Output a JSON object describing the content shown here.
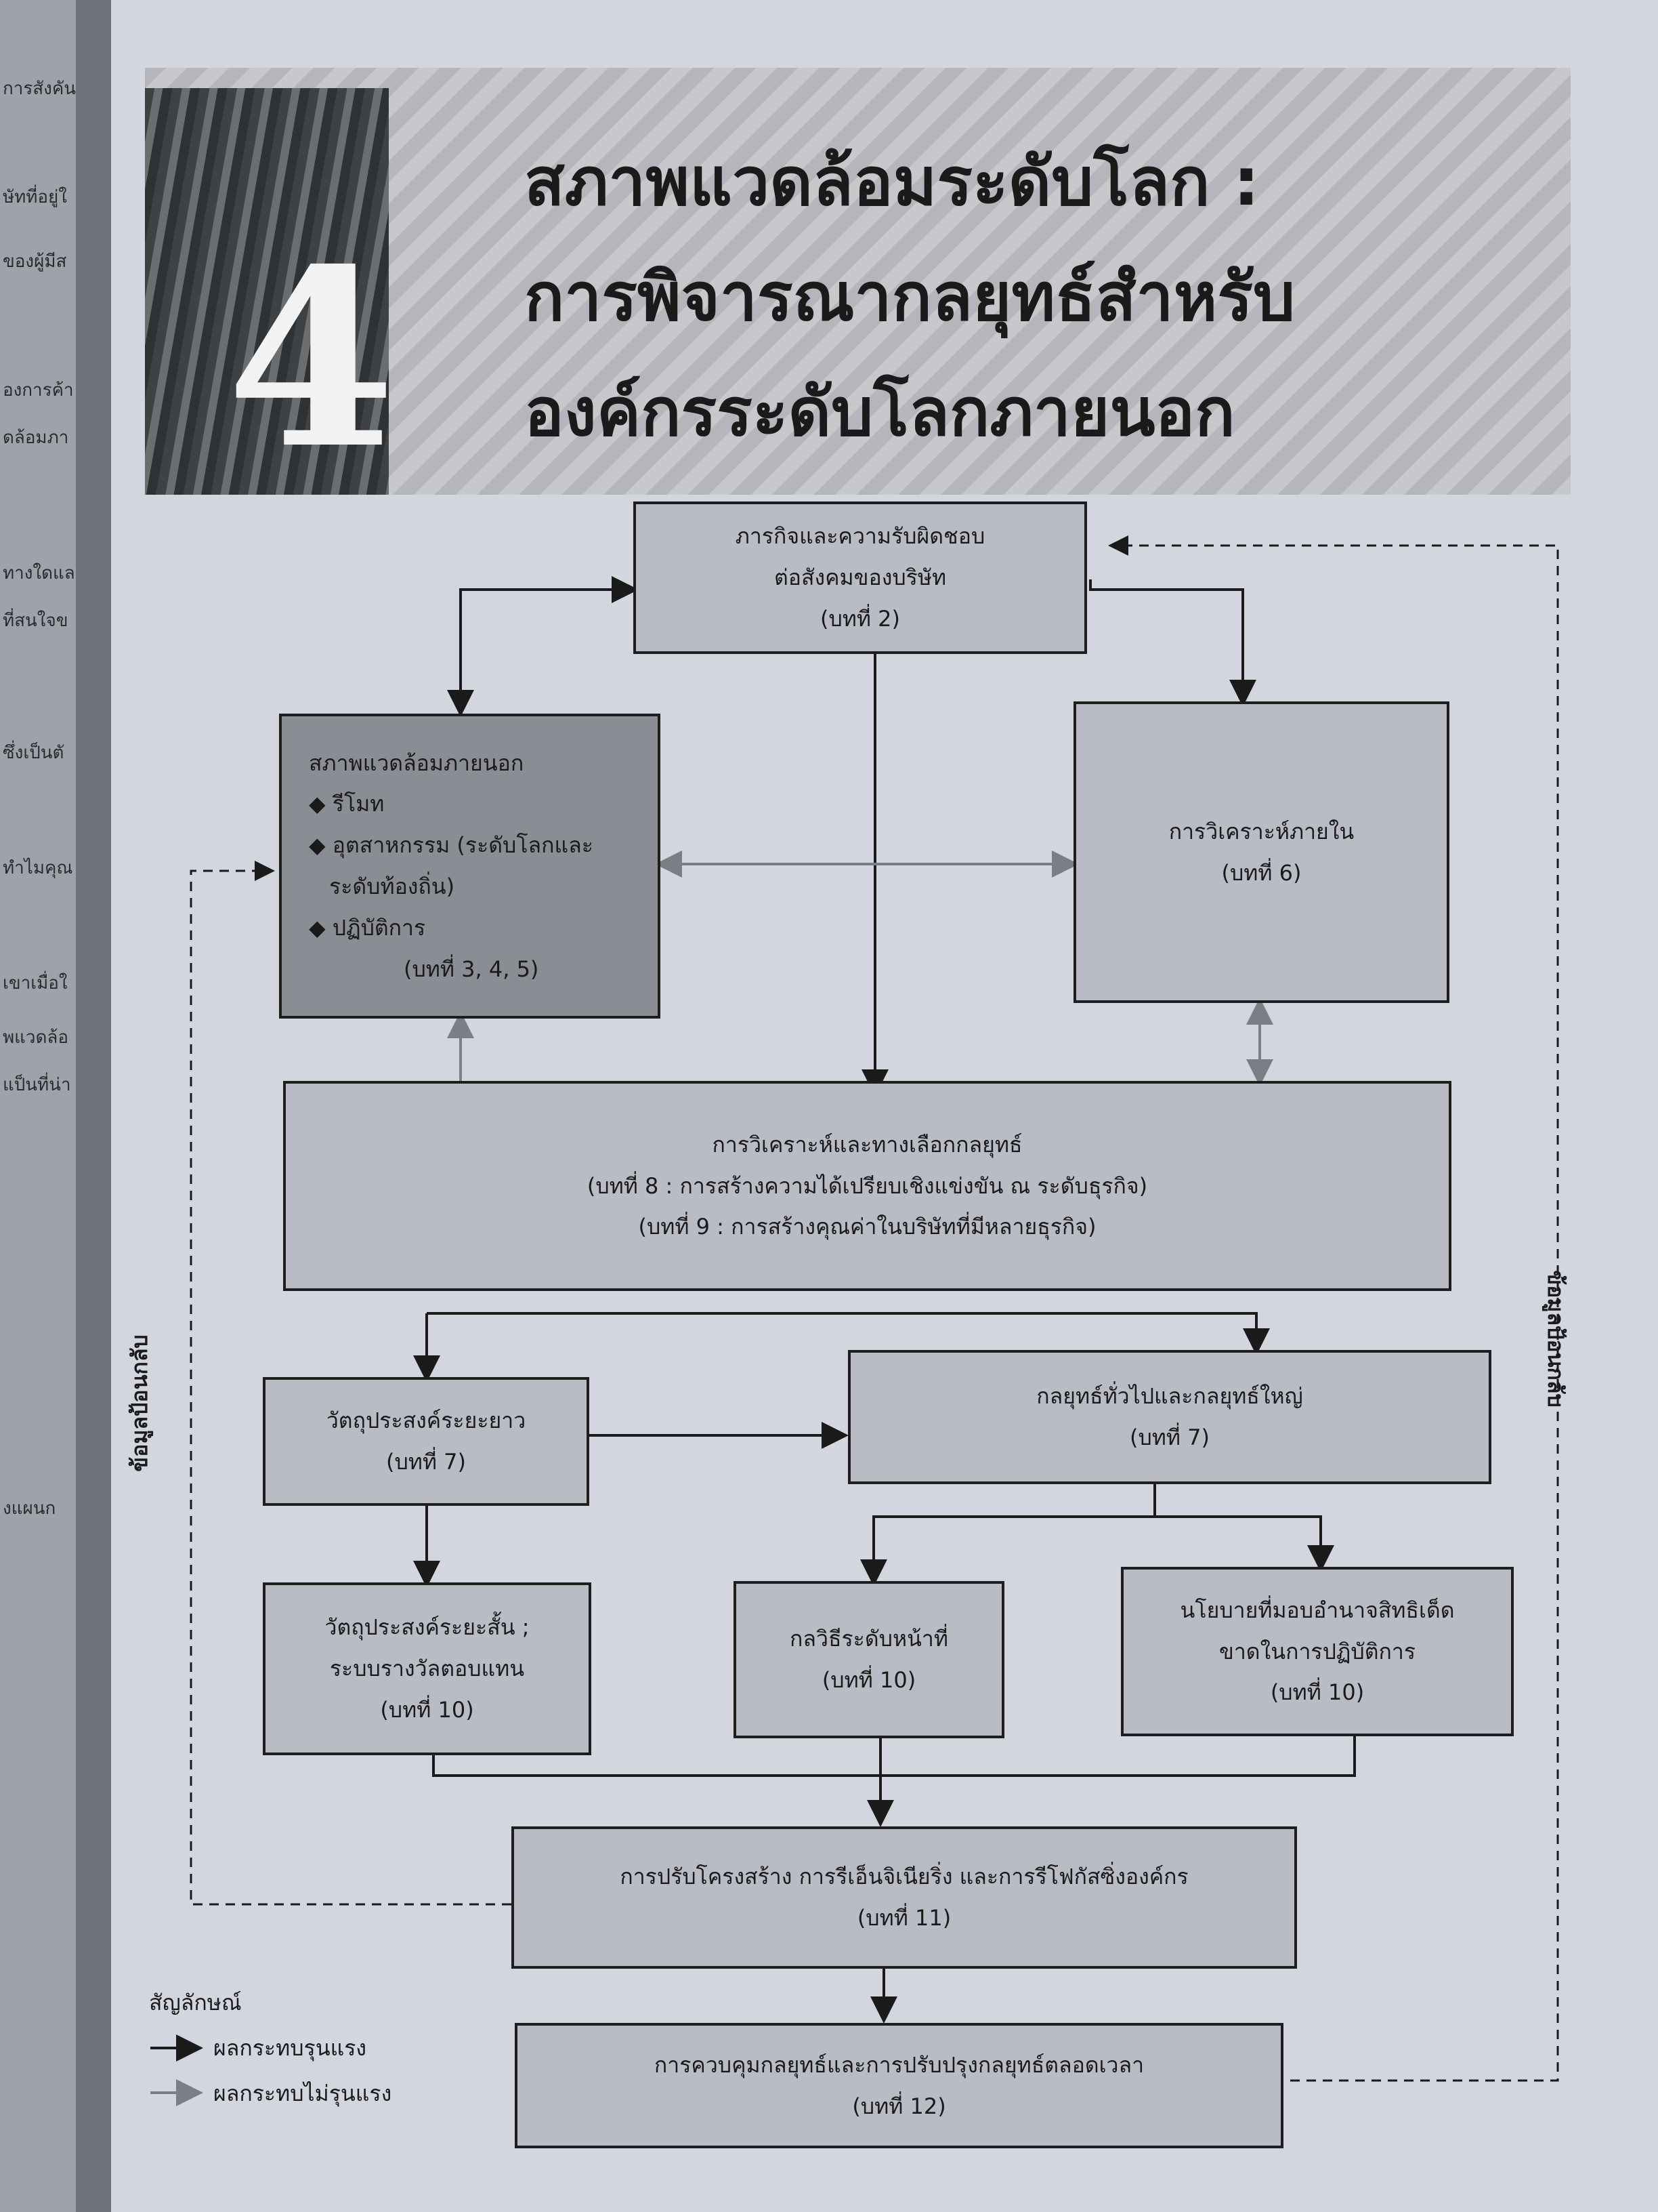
{
  "chapter": {
    "number": "4",
    "title_lines": [
      "สภาพแวดล้อมระดับโลก :",
      "การพิจารณากลยุทธ์สำหรับ",
      "องค์กรระดับโลกภายนอก"
    ]
  },
  "margin_fragments": [
    "การสังคัน",
    "ษัทที่อยู่ใ",
    "ของผู้มีส",
    "องการค้า",
    "ดล้อมภา",
    "ทางใดแล",
    "ที่สนใจข",
    "ซึ่งเป็นตั",
    "ทำไมคุณ",
    "เขาเมื่อใ",
    "พแวดล้อ",
    "แป็นที่น่า",
    "งแผนก"
  ],
  "boxes": {
    "csr": {
      "line1": "ภารกิจและความรับผิดชอบ",
      "line2": "ต่อสังคมของบริษัท",
      "ref": "(บทที่ 2)"
    },
    "external": {
      "title": "สภาพแวดล้อมภายนอก",
      "items": [
        "รีโมท",
        "อุตสาหกรรม (ระดับโลกและ",
        "ระดับท้องถิ่น)",
        "ปฏิบัติการ"
      ],
      "ref": "(บทที่  3, 4, 5)"
    },
    "internal": {
      "title": "การวิเคราะห์ภายใน",
      "ref": "(บทที่ 6)"
    },
    "analysis": {
      "title": "การวิเคราะห์และทางเลือกกลยุทธ์",
      "line1": "(บทที่ 8 : การสร้างความได้เปรียบเชิงแข่งขัน ณ ระดับธุรกิจ)",
      "line2": "(บทที่  9 : การสร้างคุณค่าในบริษัทที่มีหลายธุรกิจ)"
    },
    "long_term": {
      "title": "วัตถุประสงค์ระยะยาว",
      "ref": "(บทที่ 7)"
    },
    "grand": {
      "title": "กลยุทธ์ทั่วไปและกลยุทธ์ใหญ่",
      "ref": "(บทที่ 7)"
    },
    "short_term": {
      "line1": "วัตถุประสงค์ระยะสั้น ;",
      "line2": "ระบบรางวัลตอบแทน",
      "ref": "(บทที่ 10)"
    },
    "functional": {
      "title": "กลวิธีระดับหน้าที่",
      "ref": "(บทที่ 10)"
    },
    "policy": {
      "line1": "นโยบายที่มอบอำนาจสิทธิเด็ด",
      "line2": "ขาดในการปฏิบัติการ",
      "ref": "(บทที่ 10)"
    },
    "restructure": {
      "title": "การปรับโครงสร้าง การรีเอ็นจิเนียริ่ง และการรีโฟกัสซิ่งองค์กร",
      "ref": "(บทที่ 11)"
    },
    "control": {
      "title": "การควบคุมกลยุทธ์และการปรับปรุงกลยุทธ์ตลอดเวลา",
      "ref": "(บทที่ 12)"
    }
  },
  "feedback_label": "ข้อมูลป้อนกลับ",
  "legend": {
    "title": "สัญลักษณ์",
    "strong": "ผลกระทบรุนแรง",
    "weak": "ผลกระทบไม่รุนแรง"
  },
  "colors": {
    "strong_arrow": "#1a1a1a",
    "weak_arrow": "#7b7e84"
  }
}
